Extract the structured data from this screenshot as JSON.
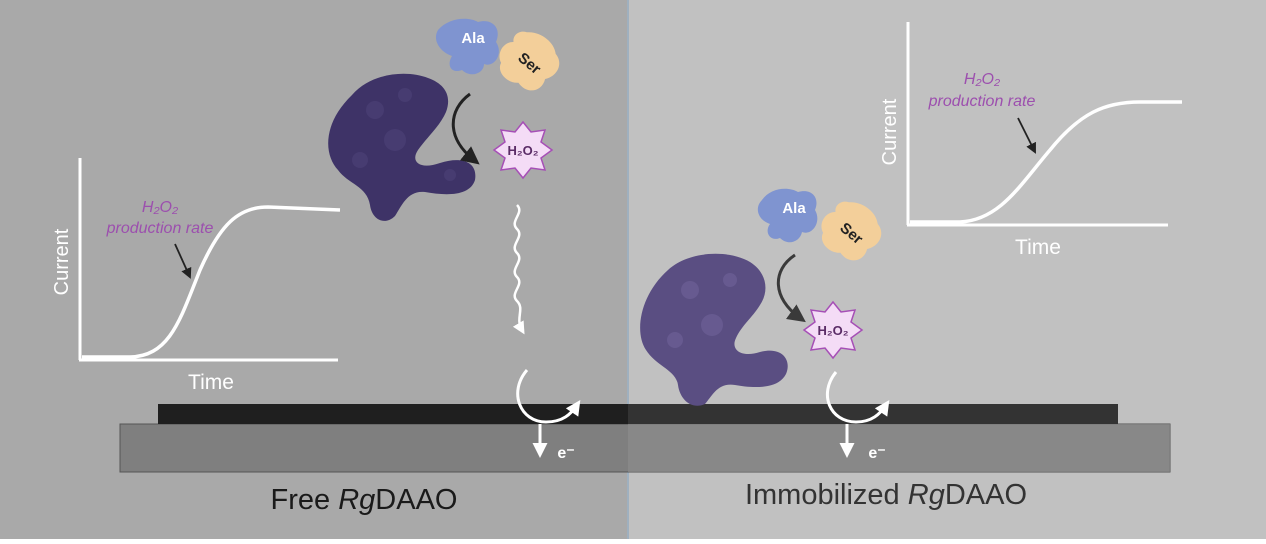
{
  "colors": {
    "left_bg": "#a9a9a9",
    "right_bg": "#c1c1c1",
    "enzyme": "#3e3367",
    "enzyme_immobilized": "#5a4e82",
    "ala": "#7f94d0",
    "ser": "#f3cf9a",
    "h2o2_fill": "#f4dcf6",
    "h2o2_stroke": "#a64fb6",
    "annotation": "#9c4fae",
    "electrode_top": "#202020",
    "electrode_base": "#7e7e7e"
  },
  "panels": {
    "left": {
      "caption_pre": "Free ",
      "caption_italic": "Rg",
      "caption_post": "DAAO"
    },
    "right": {
      "caption_pre": "Immobilized ",
      "caption_italic": "Rg",
      "caption_post": "DAAO"
    }
  },
  "graphs": {
    "left": {
      "ylabel": "Current",
      "xlabel": "Time",
      "annotation_line1": "H₂O₂",
      "annotation_line2": "production rate"
    },
    "right": {
      "ylabel": "Current",
      "xlabel": "Time",
      "annotation_line1": "H₂O₂",
      "annotation_line2": "production rate"
    }
  },
  "molecules": {
    "ala": "Ala",
    "ser": "Ser",
    "h2o2": "H₂O₂"
  },
  "electron_label": "e⁻"
}
